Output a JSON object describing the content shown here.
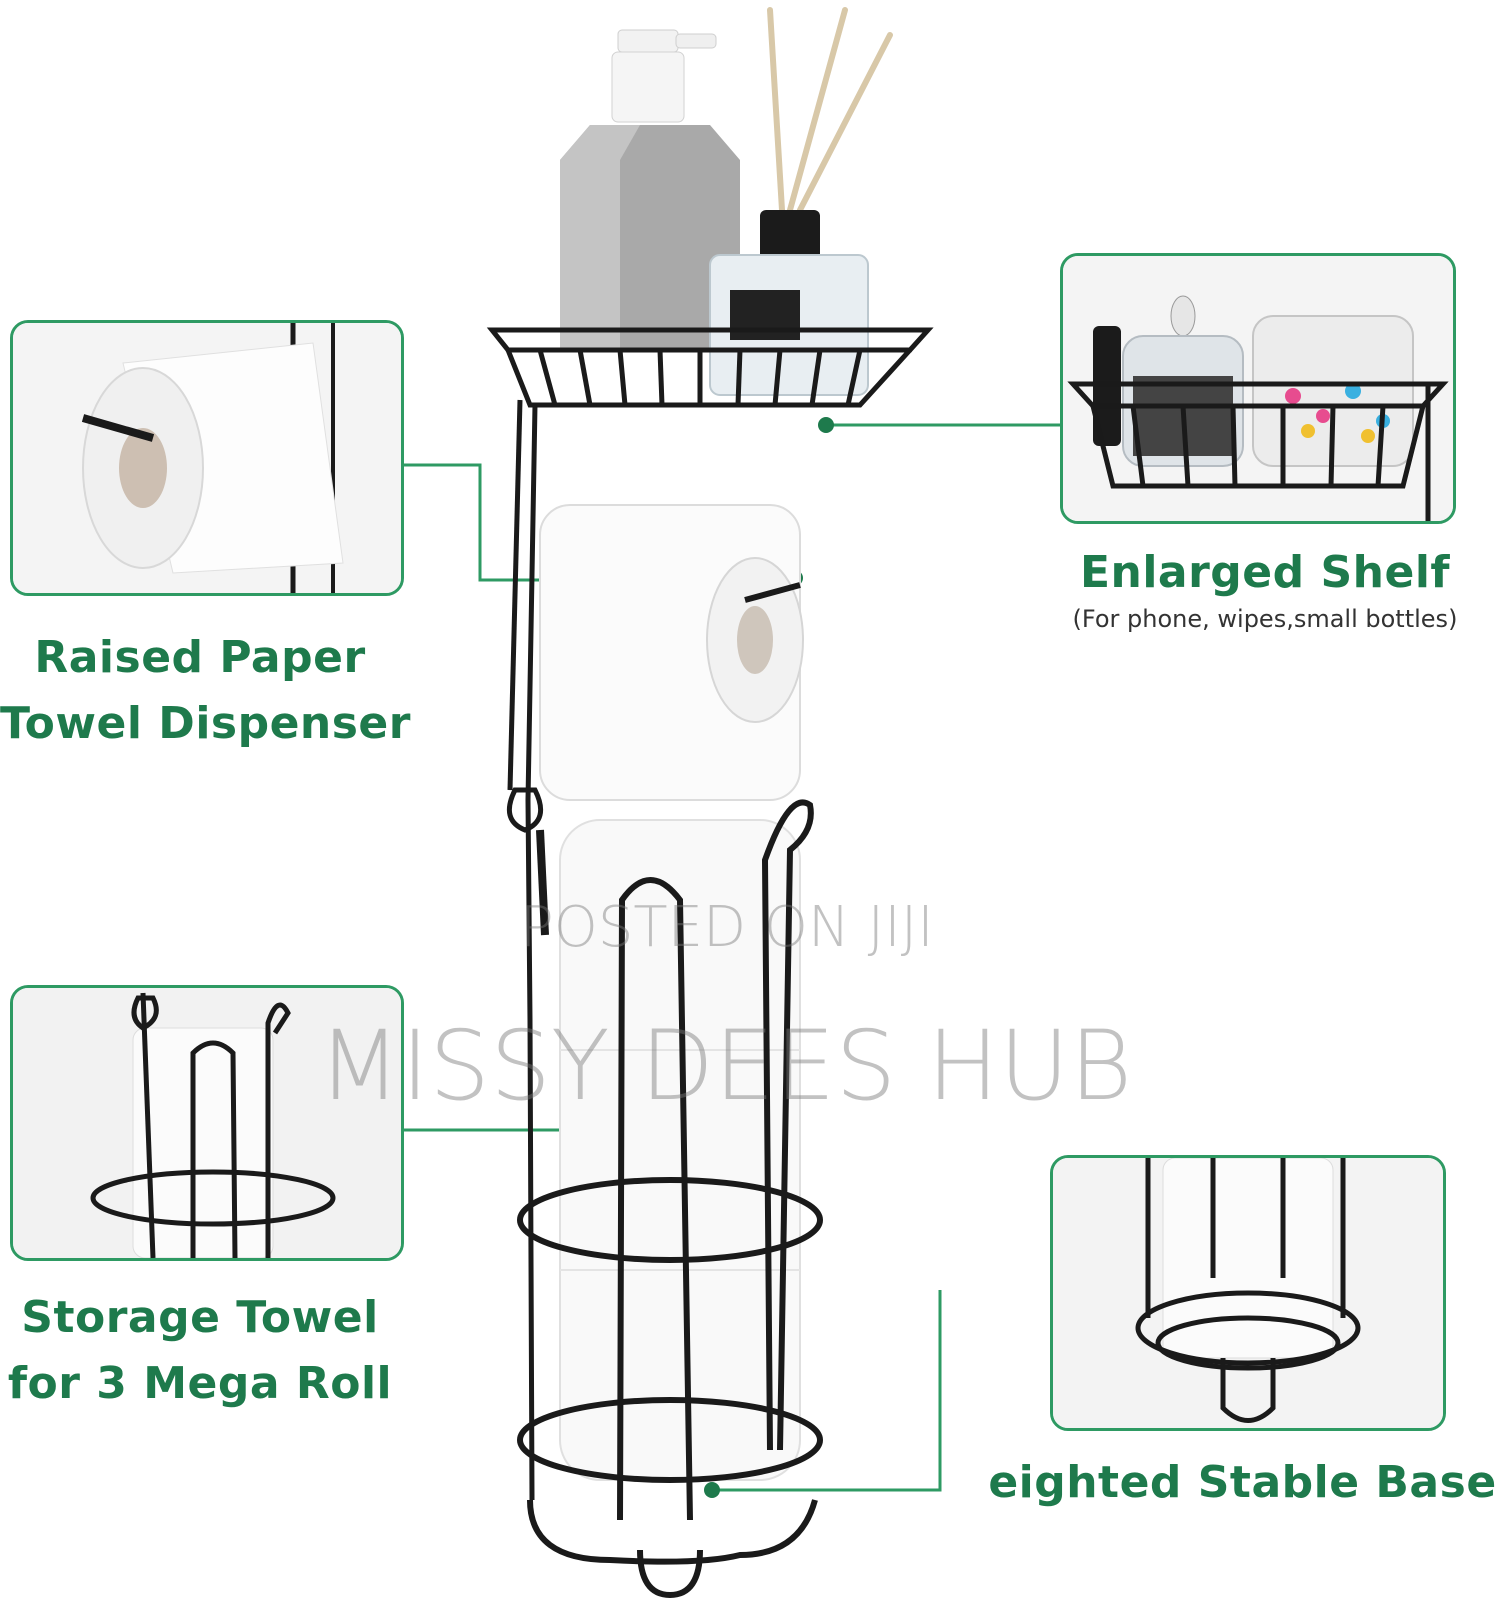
{
  "features": {
    "raised": {
      "line1": "Raised Paper",
      "line2": "Towel Dispenser"
    },
    "shelf": {
      "title": "Enlarged Shelf",
      "subtitle": "(For phone, wipes,small bottles)"
    },
    "storage": {
      "line1": "Storage Towel",
      "line2": "for 3 Mega Roll"
    },
    "base": {
      "title": "eighted Stable Base"
    }
  },
  "watermark": {
    "line1": "POSTED ON JIJI",
    "line2": "MISSY DEES HUB"
  },
  "colors": {
    "accent": "#1e7a4c",
    "frame": "#2e9a63",
    "metal": "#1a1a1a"
  }
}
